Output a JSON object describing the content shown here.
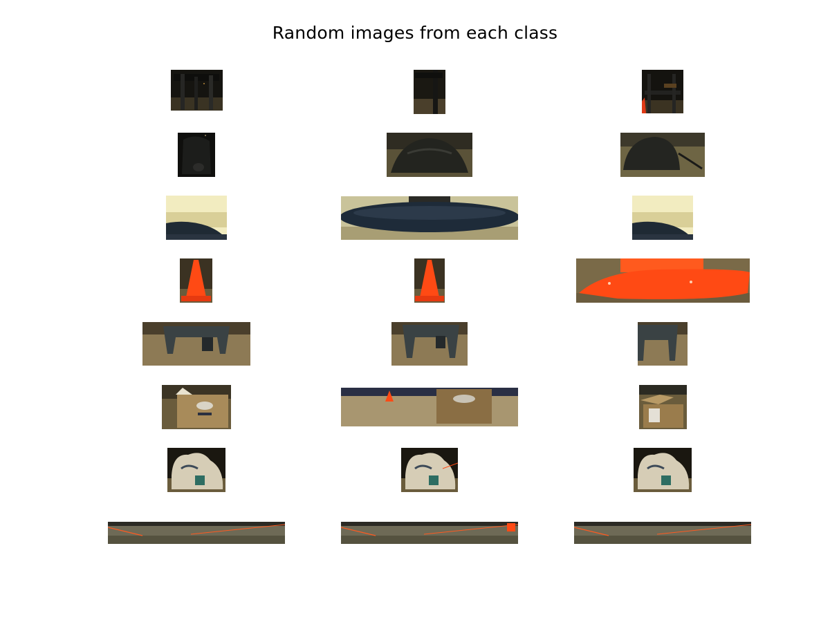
{
  "figure": {
    "title": "Random images from each class"
  },
  "image_grid": {
    "rows": 8,
    "columns": 3,
    "row_contents": [
      {
        "row": 1,
        "subject": "chair-legs"
      },
      {
        "row": 2,
        "subject": "backpack"
      },
      {
        "row": 3,
        "subject": "dark-disc-base"
      },
      {
        "row": 4,
        "subject": "orange-traffic-cone"
      },
      {
        "row": 5,
        "subject": "plastic-step-stool"
      },
      {
        "row": 6,
        "subject": "cardboard-box"
      },
      {
        "row": 7,
        "subject": "crumpled-paper-bag"
      },
      {
        "row": 8,
        "subject": "floor-background"
      }
    ]
  },
  "colors": {
    "background": "#ffffff",
    "title_text": "#000000",
    "cone_orange": "#ff4a14",
    "floor_tan": "#8d7a55",
    "dark_object": "#1b1c1a"
  }
}
